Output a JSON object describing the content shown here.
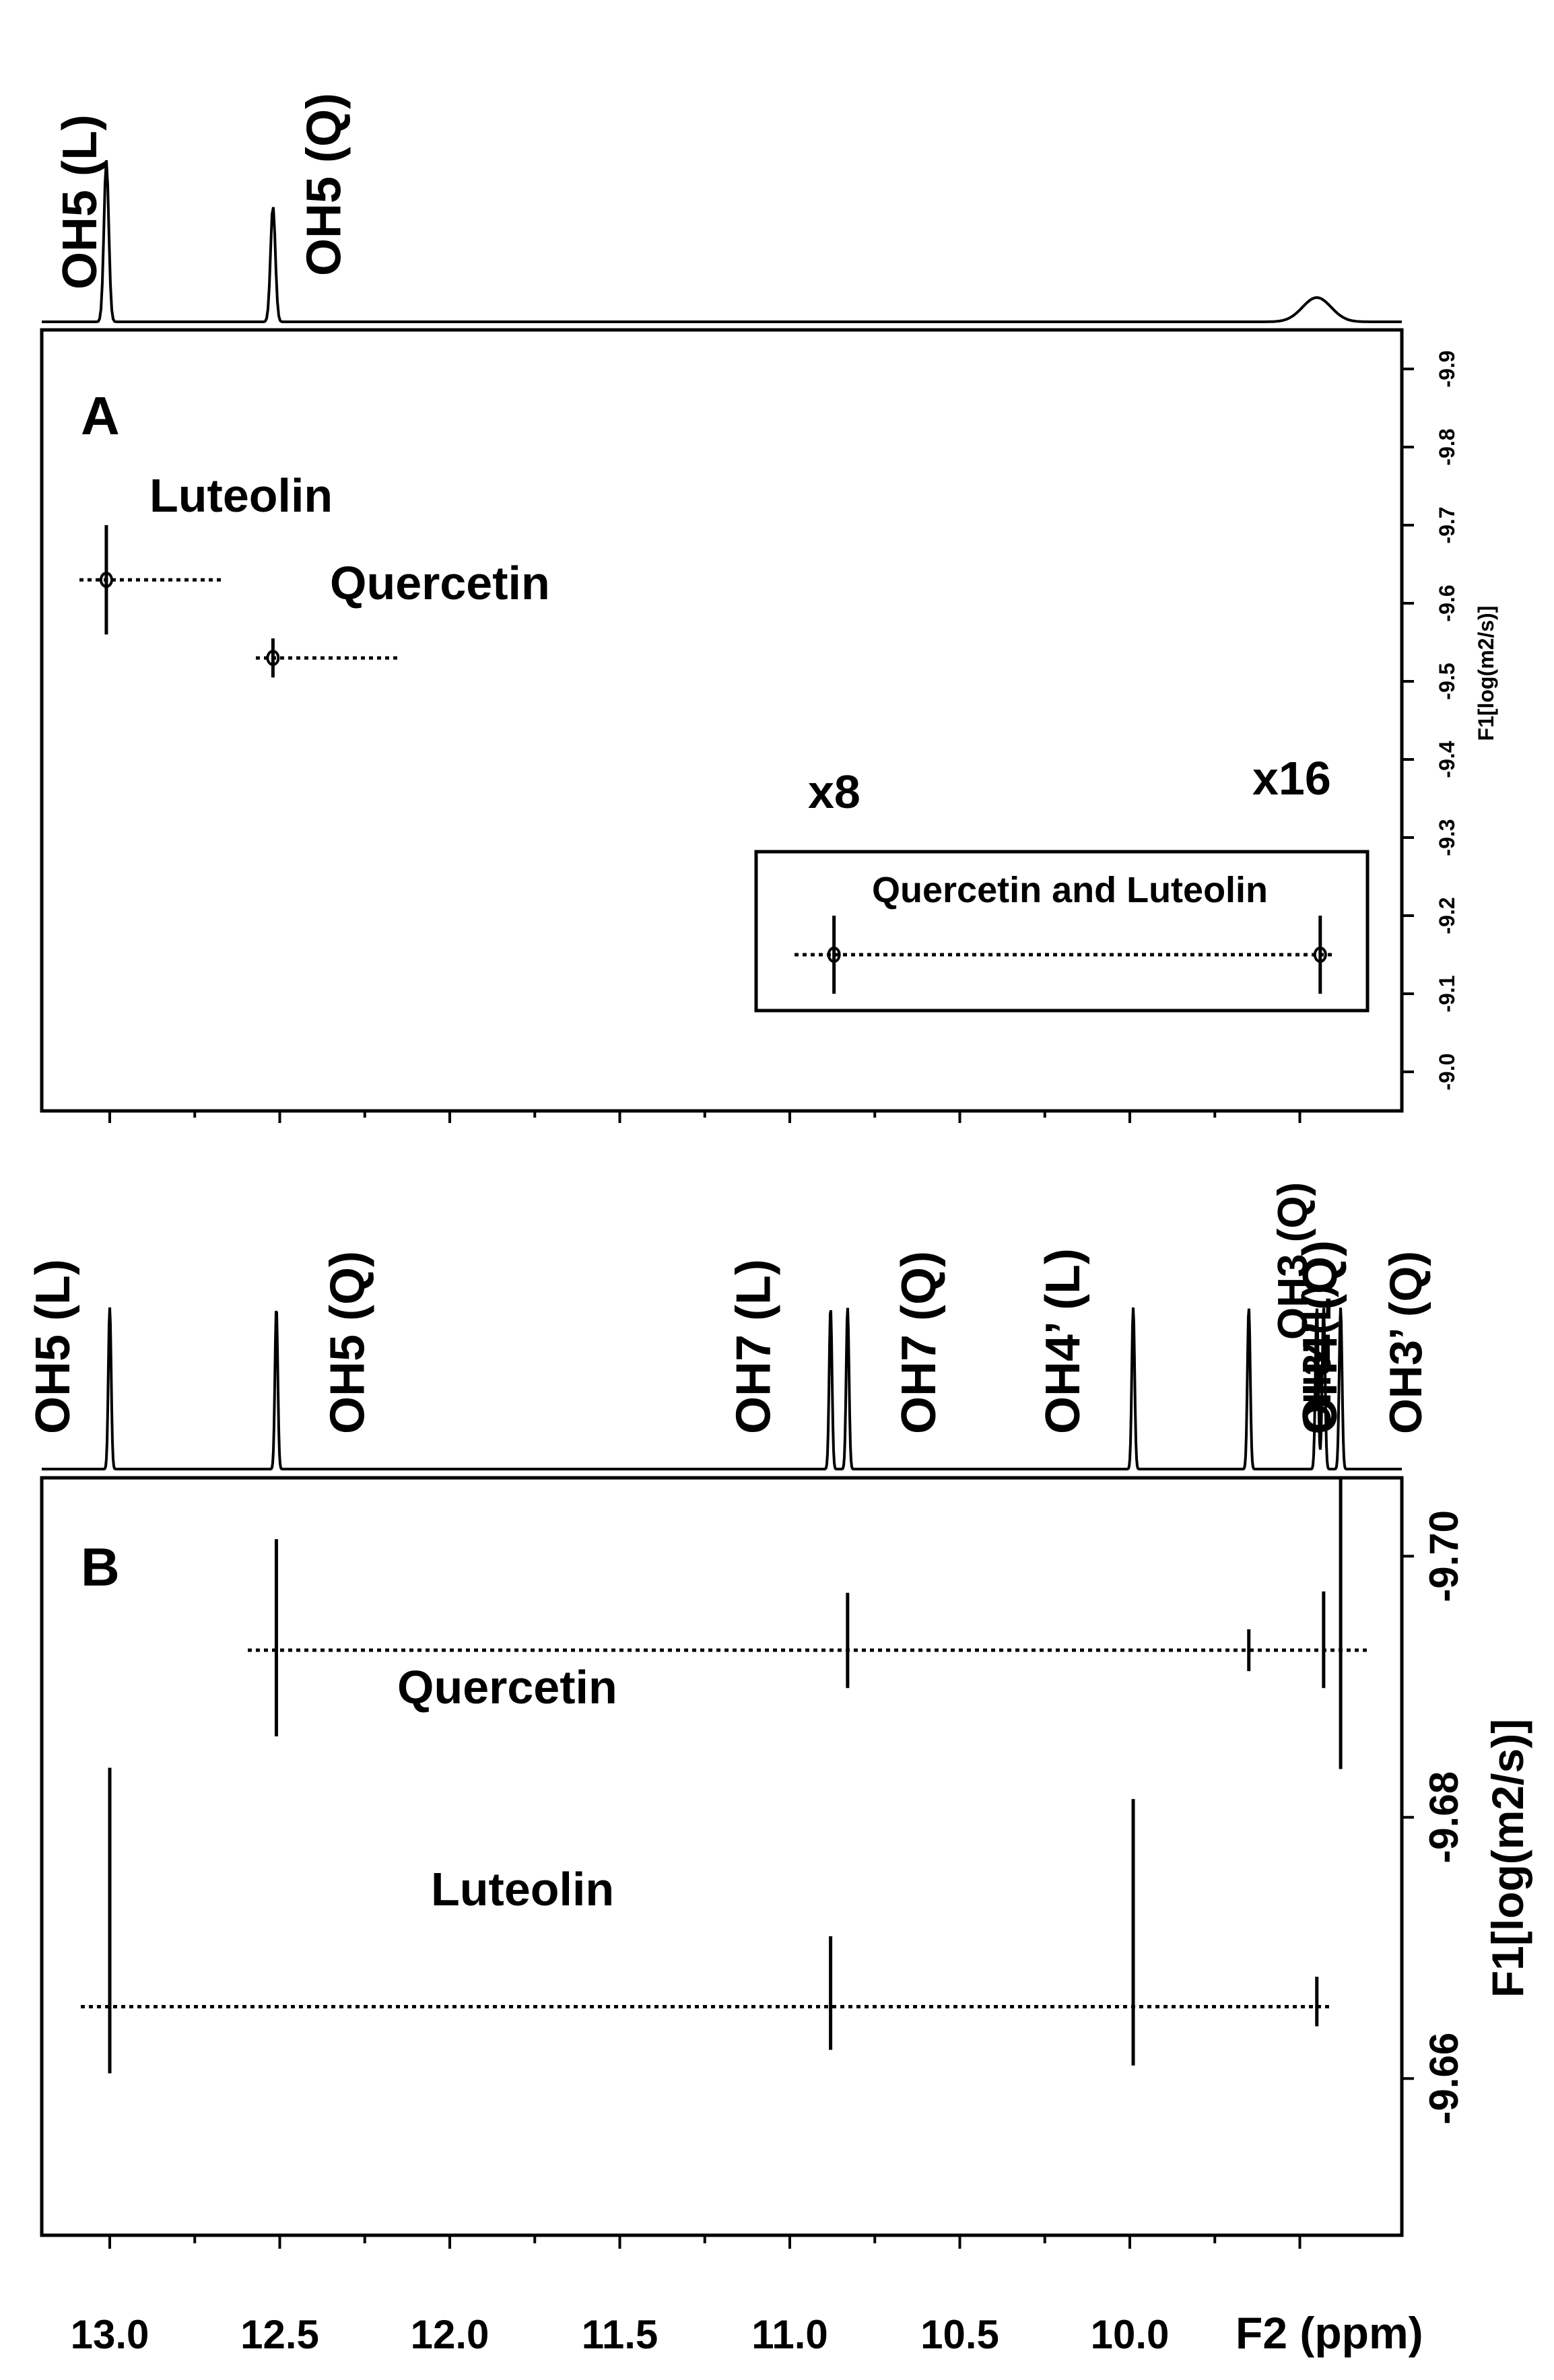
{
  "chart_data": [
    {
      "type": "scatter",
      "panel_label": "A",
      "x_axis": {
        "reversed": true,
        "range_ppm": [
          13.2,
          9.2
        ]
      },
      "y_axis": {
        "label": "F1[log(m2/s)]",
        "ticks": [
          "-9.9",
          "-9.8",
          "-9.7",
          "-9.6",
          "-9.5",
          "-9.4",
          "-9.3",
          "-9.2",
          "-9.1",
          "-9.0"
        ],
        "range": [
          -9.95,
          -8.95
        ]
      },
      "top_spectrum_peaks": [
        {
          "label": "OH5 (L)",
          "ppm": 13.01,
          "rel_height": 1.0
        },
        {
          "label": "OH5 (Q)",
          "ppm": 12.52,
          "rel_height": 0.72
        },
        {
          "label": "",
          "ppm": 9.45,
          "rel_height": 0.15
        }
      ],
      "series": [
        {
          "name": "Luteolin",
          "logD": -9.63,
          "signals": [
            {
              "ppm": 13.01,
              "span": 0.07
            }
          ]
        },
        {
          "name": "Quercetin",
          "logD": -9.53,
          "signals": [
            {
              "ppm": 12.52,
              "span": 0.025
            }
          ]
        },
        {
          "name": "Quercetin and Luteolin",
          "logD": -9.15,
          "signals": [
            {
              "ppm": 10.87,
              "span": 0.05
            },
            {
              "ppm": 9.44,
              "span": 0.05
            }
          ]
        }
      ],
      "annotations": [
        "x8",
        "x16"
      ]
    },
    {
      "type": "scatter",
      "panel_label": "B",
      "x_axis": {
        "label": "F2 (ppm)",
        "reversed": true,
        "ticks": [
          "13.0",
          "12.5",
          "12.0",
          "11.5",
          "11.0",
          "10.5",
          "10.0"
        ],
        "range_ppm": [
          13.2,
          9.2
        ]
      },
      "y_axis": {
        "label": "F1[log(m2/s)]",
        "ticks": [
          "-9.66",
          "-9.68",
          "-9.70"
        ],
        "range": [
          -9.648,
          -9.706
        ]
      },
      "top_spectrum_peaks": [
        {
          "label": "OH5 (L)",
          "ppm": 13.0
        },
        {
          "label": "OH5 (Q)",
          "ppm": 12.51
        },
        {
          "label": "OH7  (L)",
          "ppm": 10.88
        },
        {
          "label": "OH7  (Q)",
          "ppm": 10.83
        },
        {
          "label": "OH4’ (L)",
          "ppm": 9.99
        },
        {
          "label": "OH4’ (Q)",
          "ppm": 9.65
        },
        {
          "label": "OH3’ (L)",
          "ppm": 9.45
        },
        {
          "label": "OH3 (Q)",
          "ppm": 9.43
        },
        {
          "label": "OH3’ (Q)",
          "ppm": 9.38
        }
      ],
      "series": [
        {
          "name": "Quercetin",
          "logD": -9.6928,
          "signals": [
            {
              "ppm": 12.51,
              "low": -9.6862,
              "high": -9.7013
            },
            {
              "ppm": 10.83,
              "low": -9.6899,
              "high": -9.6972
            },
            {
              "ppm": 9.65,
              "low": -9.6912,
              "high": -9.6944
            },
            {
              "ppm": 9.43,
              "low": -9.6899,
              "high": -9.6973
            },
            {
              "ppm": 9.38,
              "low": -9.6837,
              "high": -9.7059
            }
          ]
        },
        {
          "name": "Luteolin",
          "logD": -9.6655,
          "signals": [
            {
              "ppm": 13.0,
              "low": -9.6604,
              "high": -9.6838
            },
            {
              "ppm": 10.88,
              "low": -9.6622,
              "high": -9.6709
            },
            {
              "ppm": 9.99,
              "low": -9.661,
              "high": -9.6814
            },
            {
              "ppm": 9.45,
              "low": -9.664,
              "high": -9.6678
            }
          ]
        }
      ]
    }
  ]
}
